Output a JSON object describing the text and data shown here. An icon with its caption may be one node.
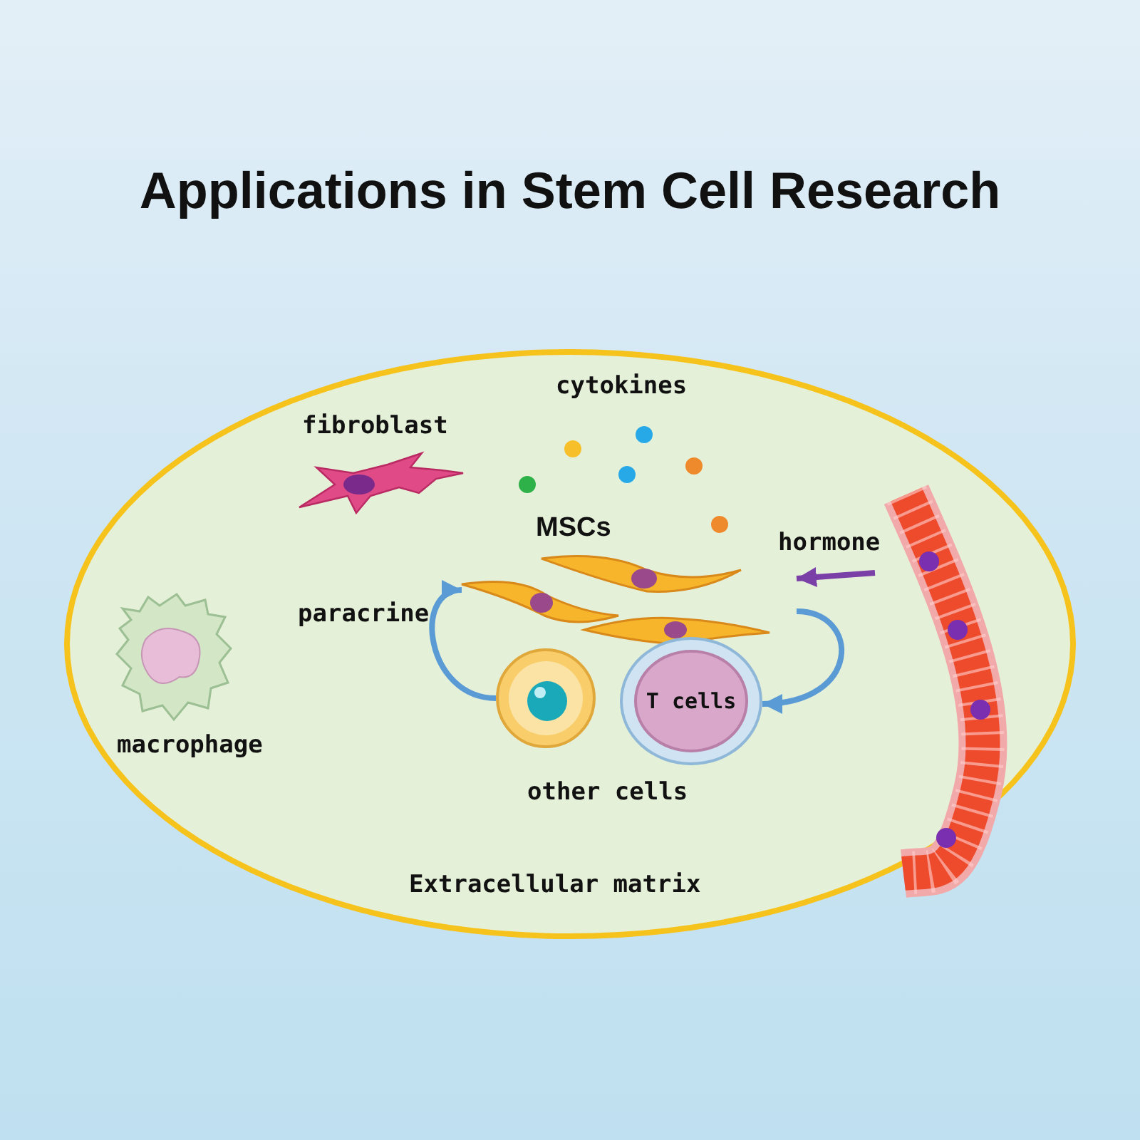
{
  "diagram": {
    "title": "Applications in Stem Cell Research",
    "nodes": [
      {
        "text": [
          "Extracellular matrix"
        ]
      },
      {
        "text": [
          "MSCs"
        ],
        "in": 0
      },
      {
        "text": [],
        "shape": "circle",
        "in": 0
      },
      {
        "text": [
          "T cells"
        ],
        "in": 0
      },
      {
        "text": [],
        "shape": "picture",
        "in": 0
      }
    ],
    "edges": [
      {
        "from": 4,
        "to": 1,
        "arrow": "to",
        "label": "hormone",
        "color": "#7b3fa8"
      },
      {
        "from": 2,
        "to": 1,
        "arrow": "to",
        "label": "paracrine"
      },
      {
        "from": 1,
        "to": 3,
        "arrow": "to"
      }
    ],
    "labels": [
      "cytokines",
      "fibroblast",
      "macrophage",
      "other cells"
    ]
  }
}
